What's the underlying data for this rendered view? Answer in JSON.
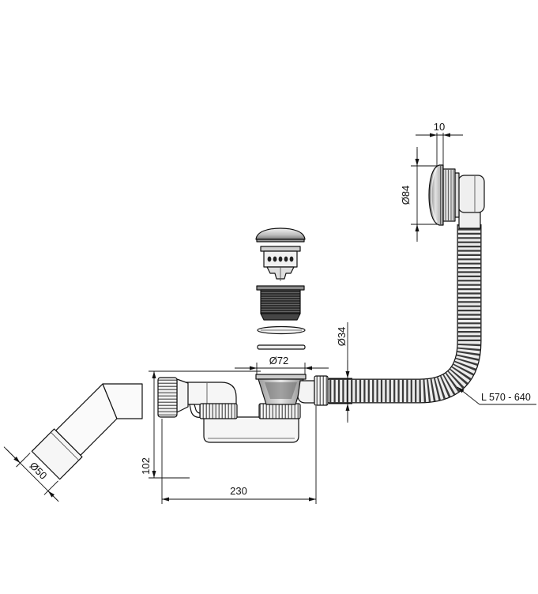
{
  "dimensions": {
    "overflow_depth": "10",
    "overflow_diameter": "Ø84",
    "hose_diameter": "Ø34",
    "plug_diameter": "Ø72",
    "hose_length": "L 570 - 640",
    "outlet_diameter": "Ø50",
    "overall_height": "102",
    "overall_width": "230"
  }
}
